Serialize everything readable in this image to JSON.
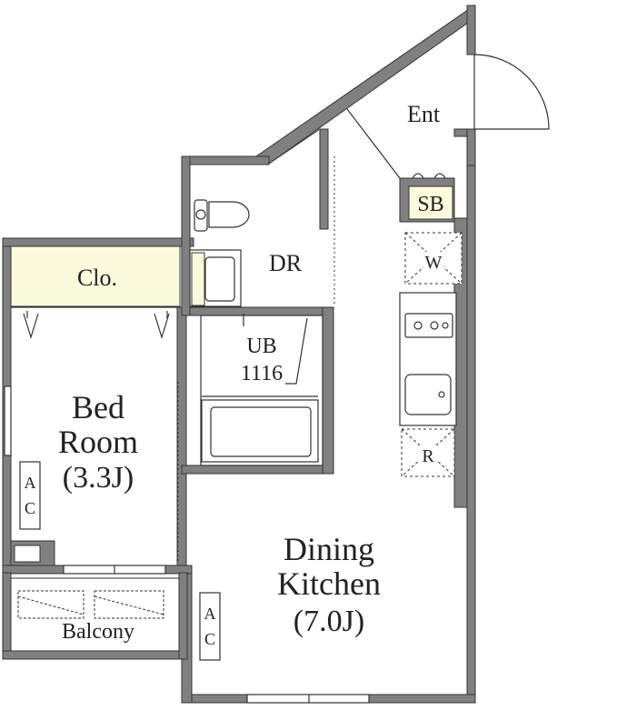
{
  "rooms": {
    "entrance": "Ent",
    "shoe_box": "SB",
    "washer": "W",
    "refrigerator": "R",
    "dressing_room": "DR",
    "closet": "Clo.",
    "unit_bath": "UB",
    "unit_bath_size": "1116",
    "bedroom_line1": "Bed",
    "bedroom_line2": "Room",
    "bedroom_size": "(3.3J)",
    "ac_bedroom_a": "A",
    "ac_bedroom_c": "C",
    "ac_kitchen_a": "A",
    "ac_kitchen_c": "C",
    "balcony": "Balcony",
    "kitchen_line1": "Dining",
    "kitchen_line2": "Kitchen",
    "kitchen_size": "(7.0J)"
  },
  "colors": {
    "wall": "#808080",
    "wall_outline": "#333333",
    "storage_fill": "#fbfbdc",
    "line": "#333333",
    "background": "#ffffff"
  }
}
